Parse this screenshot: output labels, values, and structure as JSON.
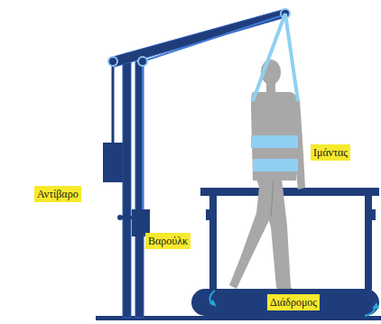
{
  "diagram": {
    "labels": [
      "Αντίβαρο",
      "Βαρούλκ",
      "Ιμάντας",
      "Διάδρομος"
    ]
  }
}
